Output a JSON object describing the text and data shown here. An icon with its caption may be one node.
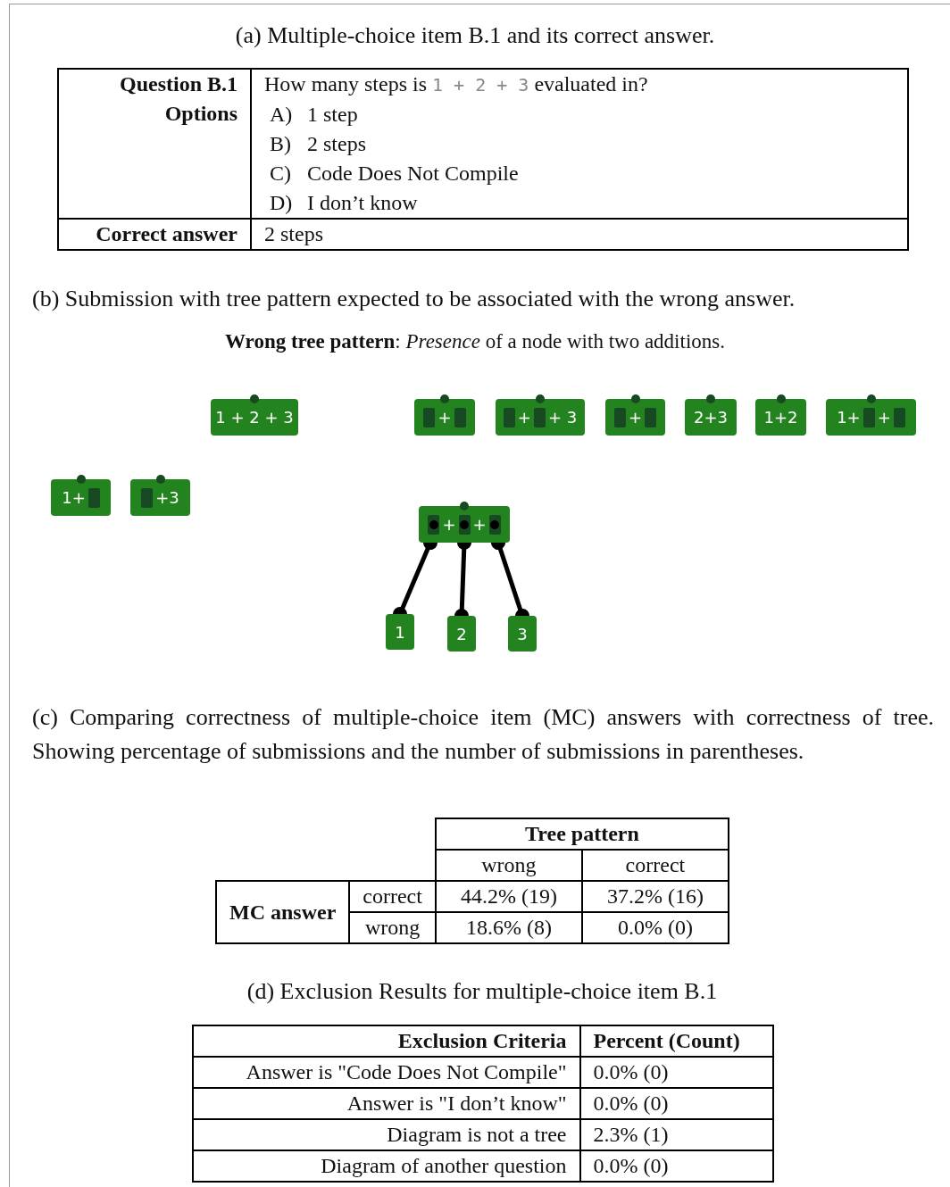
{
  "diagram": {
    "nodes": [
      {
        "text": [
          "1 + 2 + 3"
        ]
      },
      {
        "text": [
          "+"
        ]
      },
      {
        "text": [
          "+",
          "+ 3"
        ]
      },
      {
        "text": [
          "+"
        ]
      },
      {
        "text": [
          "2+3"
        ]
      },
      {
        "text": [
          "1+2"
        ]
      },
      {
        "text": [
          "1+",
          "+"
        ]
      },
      {
        "text": [
          "1+"
        ]
      },
      {
        "text": [
          "+3"
        ]
      },
      {
        "text": [
          "+",
          "+"
        ]
      },
      {
        "text": [
          "1"
        ]
      },
      {
        "text": [
          "2"
        ]
      },
      {
        "text": [
          "3"
        ]
      }
    ],
    "edges": [
      {
        "from": 9,
        "to": 10,
        "arrow": "other"
      },
      {
        "from": 9,
        "to": 11,
        "arrow": "other"
      },
      {
        "from": 9,
        "to": 12,
        "arrow": "other"
      }
    ],
    "labels": [
      "(a) Multiple-choice item B.1 and its correct answer.",
      "Question B.1",
      "How many steps is",
      "1 + 2 + 3",
      "evaluated in?",
      "Options",
      "A)",
      "1 step",
      "B)",
      "2 steps",
      "C)",
      "Code Does Not Compile",
      "D)",
      "I don’t know",
      "Correct answer",
      "2 steps",
      "(b) Submission with tree pattern expected to be associated with the wrong answer.",
      "**Wrong tree pattern**: *Presence* of a node with two additions.",
      "(c) Comparing correctness of multiple-choice item (MC) answers with correctness of tree. Showing percentage of submissions and the number of submissions in parentheses.",
      "Tree pattern",
      "wrong",
      "correct",
      "MC answer",
      "correct",
      "44.2% (19)",
      "37.2% (16)",
      "wrong",
      "18.6% (8)",
      "0.0% (0)",
      "(d) Exclusion Results for multiple-choice item B.1",
      "Exclusion Criteria",
      "Percent (Count)",
      "Answer is \"Code Does Not Compile\"",
      "0.0% (0)",
      "Answer is \"I don’t know\"",
      "0.0% (0)",
      "Diagram is not a tree",
      "2.3% (1)",
      "Diagram of another question",
      "0.0% (0)"
    ]
  }
}
